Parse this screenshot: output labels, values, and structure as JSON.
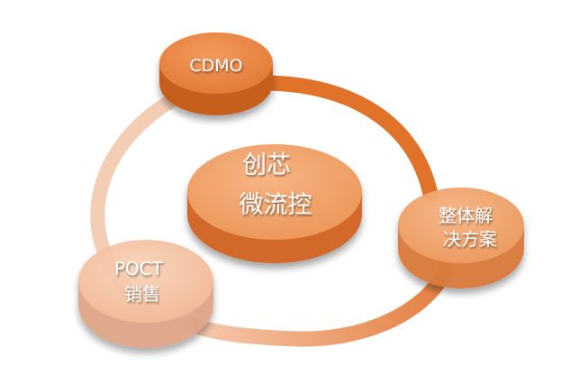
{
  "diagram": {
    "center": {
      "line1": "创芯",
      "line2": "微流控"
    },
    "nodes": {
      "cdmo": {
        "label": "CDMO"
      },
      "solution": {
        "line1": "整体解",
        "line2": "决方案"
      },
      "poct": {
        "line1": "POCT",
        "line2": "销售"
      }
    }
  }
}
